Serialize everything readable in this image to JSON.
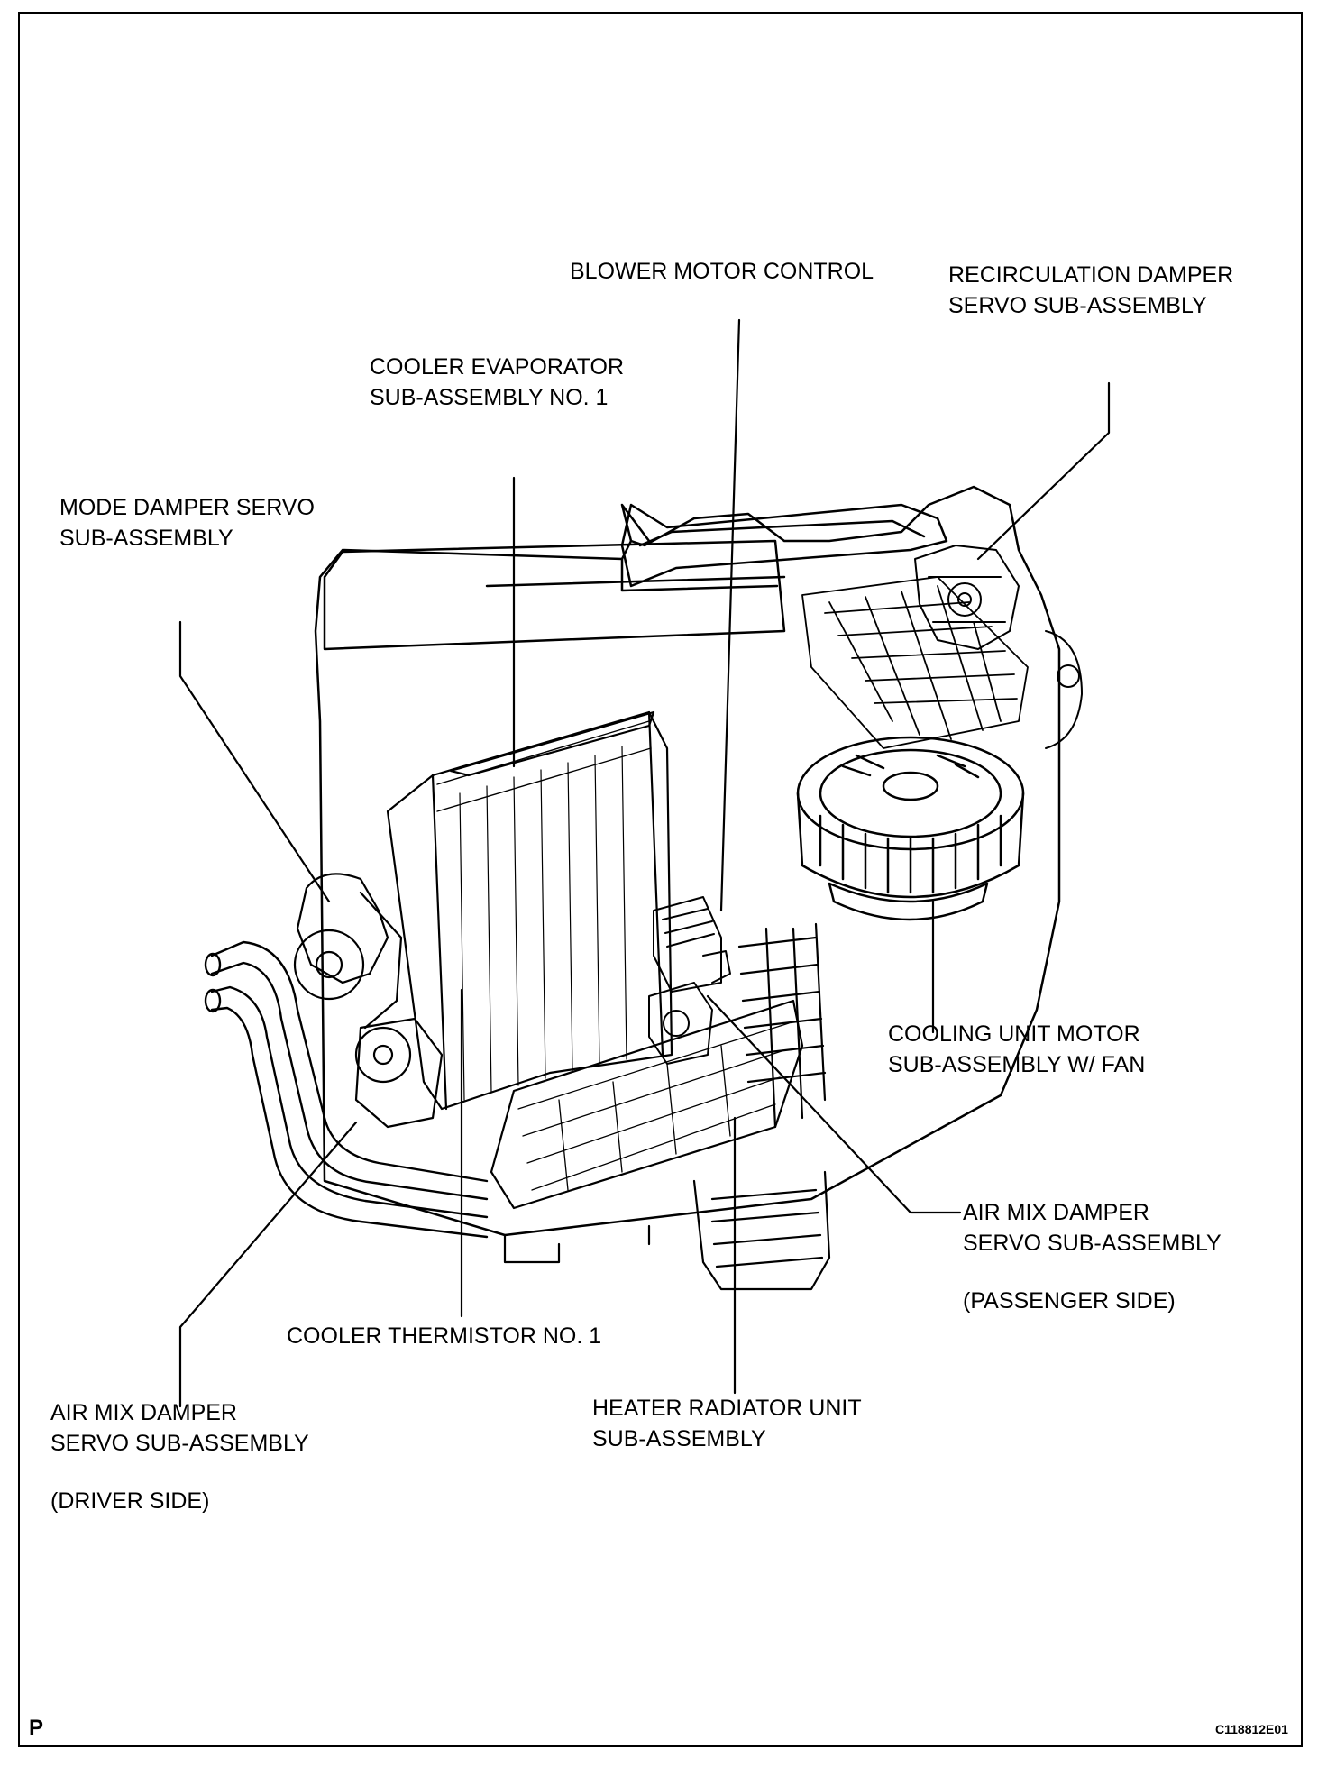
{
  "labels": {
    "blower_motor_control": "BLOWER MOTOR CONTROL",
    "recirculation_damper": [
      "RECIRCULATION DAMPER",
      "SERVO SUB-ASSEMBLY"
    ],
    "cooler_evaporator": [
      "COOLER EVAPORATOR",
      "SUB-ASSEMBLY NO. 1"
    ],
    "mode_damper": [
      "MODE DAMPER SERVO",
      "SUB-ASSEMBLY"
    ],
    "cooling_unit_motor": [
      "COOLING UNIT MOTOR",
      "SUB-ASSEMBLY W/ FAN"
    ],
    "air_mix_passenger": [
      "AIR MIX DAMPER",
      "SERVO SUB-ASSEMBLY",
      "(PASSENGER SIDE)"
    ],
    "cooler_thermistor": "COOLER THERMISTOR NO. 1",
    "air_mix_driver": [
      "AIR MIX DAMPER",
      "SERVO SUB-ASSEMBLY",
      "(DRIVER SIDE)"
    ],
    "heater_radiator": [
      "HEATER RADIATOR UNIT",
      "SUB-ASSEMBLY"
    ]
  },
  "corner_mark": "P",
  "figure_code": "C118812E01"
}
